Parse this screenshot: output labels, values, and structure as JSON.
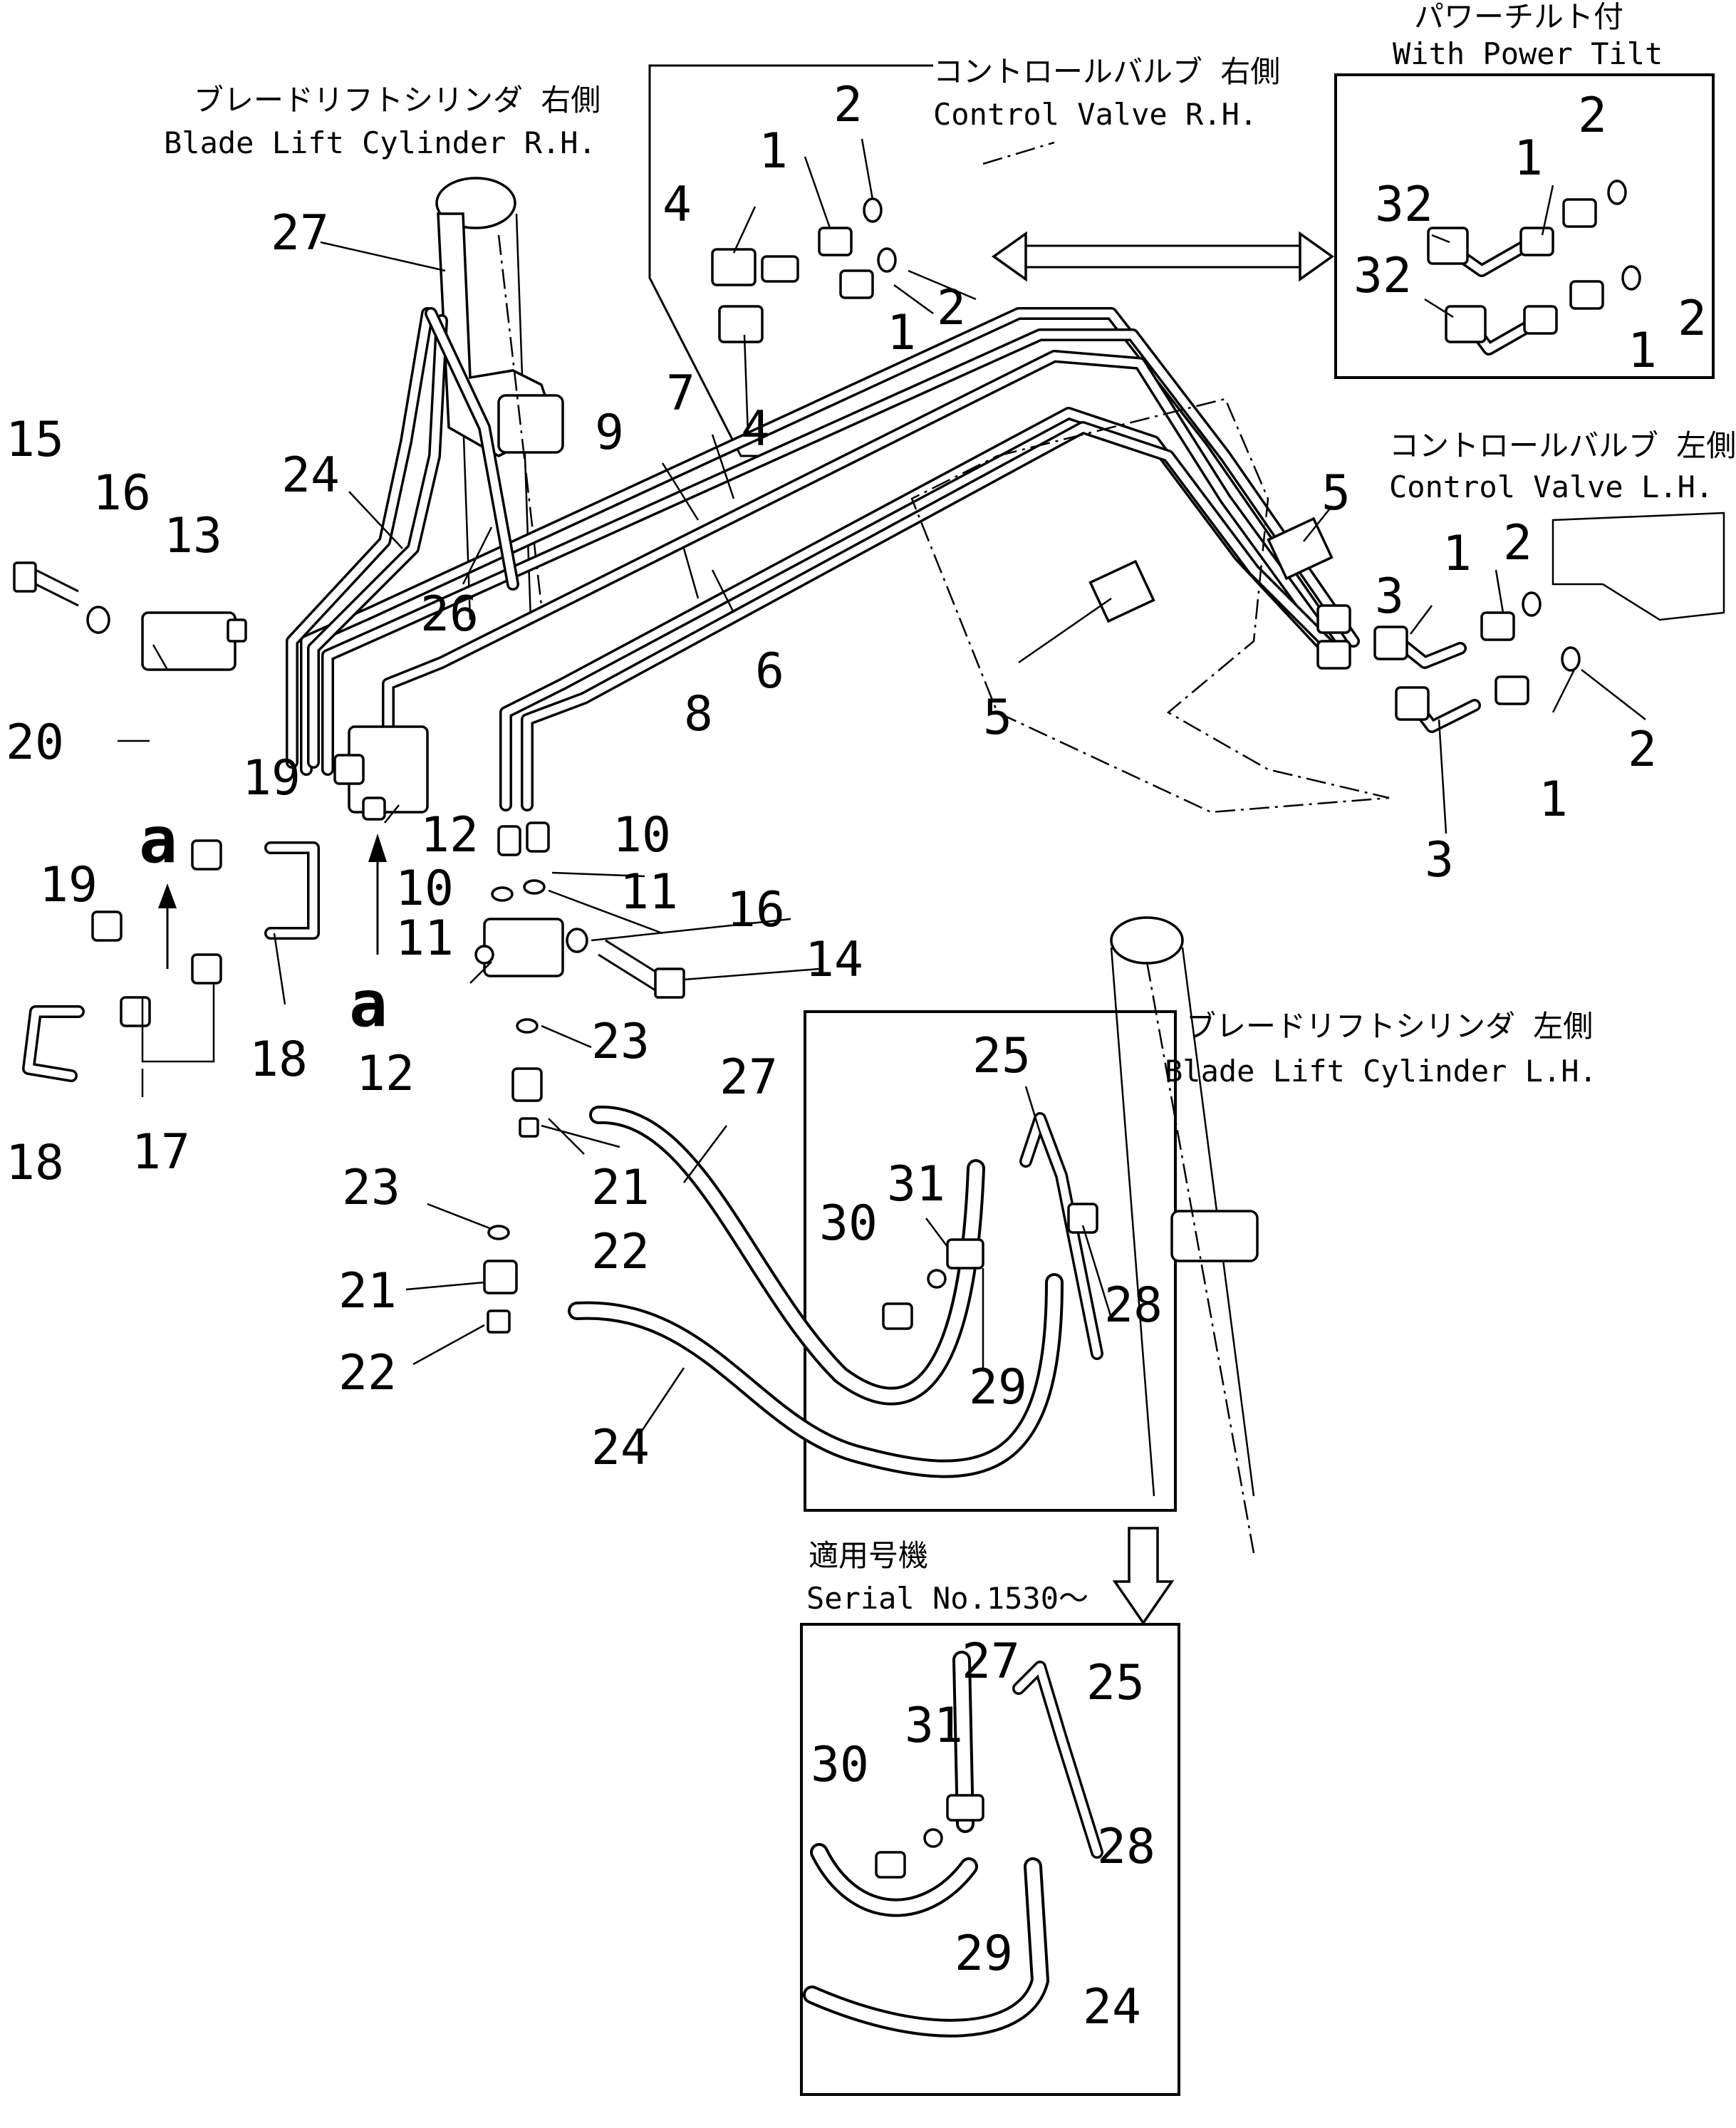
{
  "captions": {
    "blade_lift_rh_jp": "ブレードリフトシリンダ 右側",
    "blade_lift_rh_en": "Blade Lift Cylinder R.H.",
    "control_valve_rh_jp": "コントロールバルブ 右側",
    "control_valve_rh_en": "Control Valve R.H.",
    "power_tilt_jp": "パワーチルト付",
    "power_tilt_en": "With Power Tilt",
    "control_valve_lh_jp": "コントロールバルブ 左側",
    "control_valve_lh_en": "Control Valve L.H.",
    "blade_lift_lh_jp": "ブレードリフトシリンダ 左側",
    "blade_lift_lh_en": "Blade Lift Cylinder L.H.",
    "serial_jp": "適用号機",
    "serial_en": "Serial No.1530～",
    "view_a": "a"
  },
  "callouts": {
    "p1": "1",
    "p2": "2",
    "p3": "3",
    "p4": "4",
    "p5": "5",
    "p6": "6",
    "p7": "7",
    "p8": "8",
    "p9": "9",
    "p10": "10",
    "p11": "11",
    "p12": "12",
    "p13": "13",
    "p14": "14",
    "p15": "15",
    "p16": "16",
    "p17": "17",
    "p18": "18",
    "p19": "19",
    "p20": "20",
    "p21": "21",
    "p22": "22",
    "p23": "23",
    "p24": "24",
    "p25": "25",
    "p26": "26",
    "p27": "27",
    "p28": "28",
    "p29": "29",
    "p30": "30",
    "p31": "31",
    "p32": "32"
  }
}
